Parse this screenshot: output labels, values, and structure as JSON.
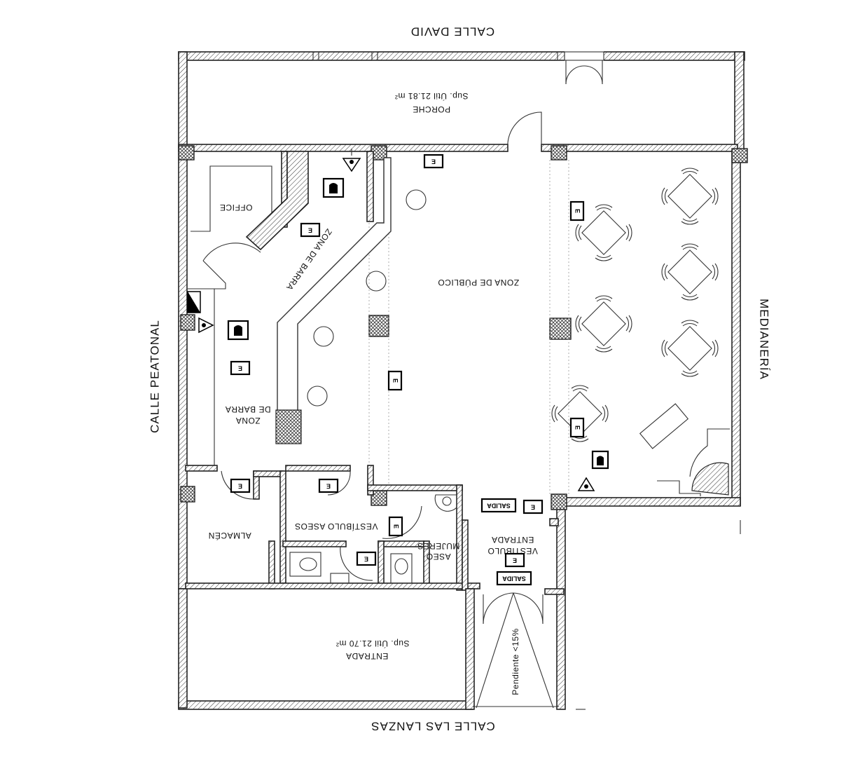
{
  "streets": {
    "top": "CALLE DAVID",
    "bottom": "CALLE LAS LANZAS",
    "left": "CALLE PEATONAL",
    "right": "MEDIANERÍA"
  },
  "rooms": {
    "porche_name": "PORCHE",
    "porche_area": "Sup. Útil 21.81 m²",
    "office": "OFFICE",
    "zona_barra_diag_1": "ZONA DE BARRA",
    "zona_barra_left_1": "ZONA",
    "zona_barra_left_2": "DE BARRA",
    "zona_publico": "ZONA DE PÚBLICO",
    "almacen": "ALMACÉN",
    "vestibulo_aseos": "VESTÍBULO ASEOS",
    "aseo_1": "ASEO",
    "aseo_2": "MUJERES",
    "vestibulo_entrada_1": "VESTÍBULO",
    "vestibulo_entrada_2": "ENTRADA",
    "entrada_name": "ENTRADA",
    "entrada_area": "Sup. Útil 21.70 m²",
    "pendiente": "Pendiente <15%"
  },
  "signs": {
    "emergency_letter": "E",
    "salida": "SALIDA"
  }
}
